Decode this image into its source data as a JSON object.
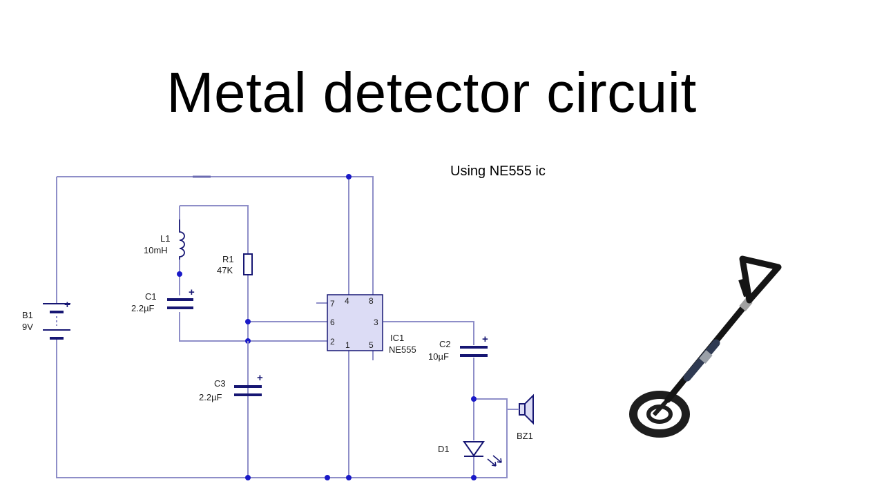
{
  "slide": {
    "title": "Metal detector circuit",
    "subtitle": "Using NE555 ic"
  },
  "components": {
    "b1": {
      "ref": "B1",
      "value": "9V"
    },
    "l1": {
      "ref": "L1",
      "value": "10mH"
    },
    "r1": {
      "ref": "R1",
      "value": "47K"
    },
    "c1": {
      "ref": "C1",
      "value": "2.2µF"
    },
    "c2": {
      "ref": "C2",
      "value": "10µF"
    },
    "c3": {
      "ref": "C3",
      "value": "2.2µF"
    },
    "ic1": {
      "ref": "IC1",
      "value": "NE555",
      "pins": {
        "p1": "1",
        "p2": "2",
        "p3": "3",
        "p4": "4",
        "p5": "5",
        "p6": "6",
        "p7": "7",
        "p8": "8"
      }
    },
    "d1": {
      "ref": "D1"
    },
    "bz1": {
      "ref": "BZ1"
    }
  },
  "polarity_mark": "+",
  "colors": {
    "wire": "#8e8ec8",
    "component": "#161673",
    "junction": "#1a1ac8",
    "ic_fill": "#dcdcf5"
  }
}
